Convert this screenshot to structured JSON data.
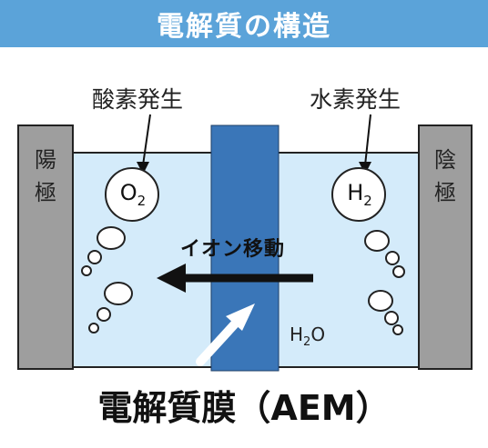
{
  "header": {
    "title": "電解質の構造"
  },
  "labels": {
    "oxygen_generation": "酸素発生",
    "hydrogen_generation": "水素発生",
    "ion_movement": "イオン移動"
  },
  "anode": {
    "label": "陽極"
  },
  "cathode": {
    "label": "陰極"
  },
  "molecules": {
    "o2": {
      "symbol": "O",
      "subscript": "2"
    },
    "h2": {
      "symbol": "H",
      "subscript": "2"
    },
    "water": {
      "prefix": "H",
      "subscript": "2",
      "suffix": "O"
    }
  },
  "footer": {
    "title": "電解質膜（AEM）"
  },
  "colors": {
    "header_bg": "#5ba3d9",
    "electrolyte": "#d4ebfa",
    "membrane": "#3a76b8",
    "electrode": "#9e9e9e"
  }
}
